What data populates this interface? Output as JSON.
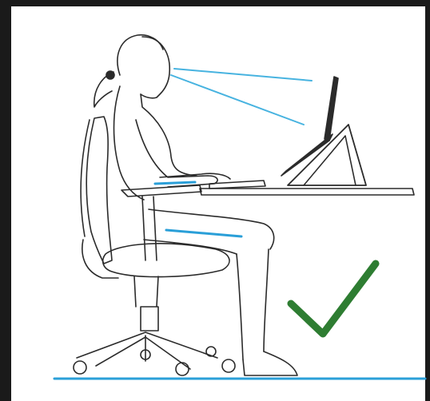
{
  "image": {
    "subject": "ergonomic-sitting-posture",
    "icons": [
      "person",
      "office-chair",
      "desk",
      "laptop",
      "laptop-stand",
      "keyboard",
      "mouse",
      "checkmark"
    ],
    "colors": {
      "frame": "#1a1a1a",
      "background": "#ffffff",
      "outline": "#2b2b2b",
      "accent_blue": "#2a9fd8",
      "sight_line": "#47b3e0",
      "check": "#2e7d32",
      "floor": "#2a9fd8"
    }
  }
}
